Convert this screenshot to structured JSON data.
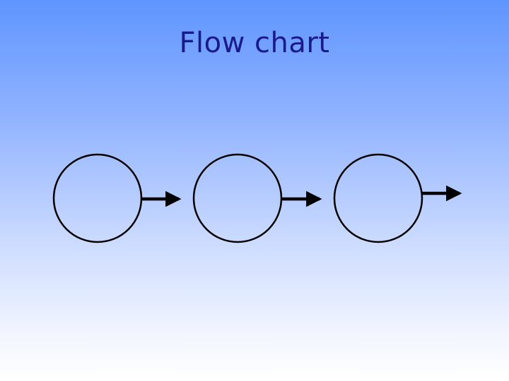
{
  "slide": {
    "title": "Flow chart"
  },
  "diagram": {
    "type": "flow",
    "nodes": [
      {
        "id": "node-1",
        "label": ""
      },
      {
        "id": "node-2",
        "label": ""
      },
      {
        "id": "node-3",
        "label": ""
      }
    ],
    "edges": [
      {
        "from": "node-1",
        "to": "node-2"
      },
      {
        "from": "node-2",
        "to": "node-3"
      },
      {
        "from": "node-3",
        "to": ""
      }
    ],
    "colors": {
      "title": "#1a1a8c",
      "stroke": "#000000",
      "gradient_top": "#5f95ff",
      "gradient_bottom": "#ffffff"
    }
  }
}
